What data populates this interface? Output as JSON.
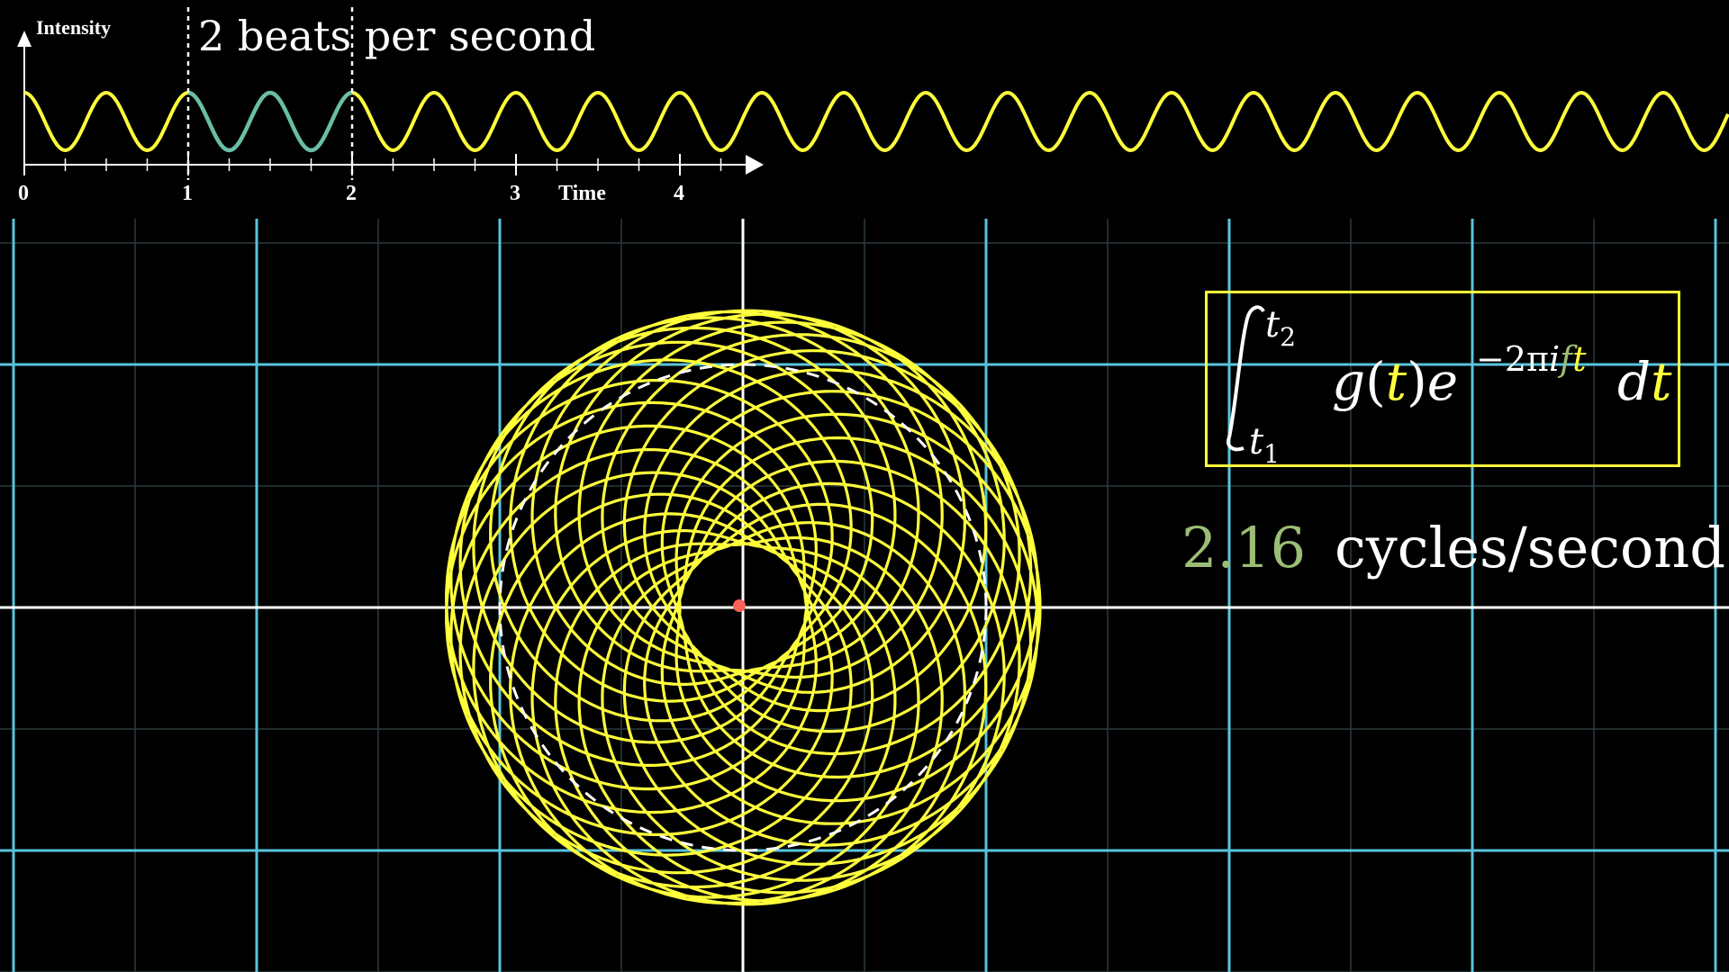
{
  "signal": {
    "y_axis_label": "Intensity",
    "x_axis_label": "Time",
    "tick_labels": [
      "0",
      "1",
      "2",
      "3",
      "4"
    ],
    "beats_label": "2 beats per second",
    "signal_frequency": 2,
    "highlight_interval": [
      1,
      2
    ],
    "curve_color": "#ffff3c",
    "highlight_color": "#6abda6",
    "marker_style": "dashed-vertical"
  },
  "formula": {
    "integral_upper": "t",
    "integral_upper_sub": "2",
    "integral_lower": "t",
    "integral_lower_sub": "1",
    "g": "g",
    "open": "(",
    "t": "t",
    "close": ")",
    "e": "e",
    "exp_prefix": "−2π",
    "exp_i": "i",
    "exp_f": "f",
    "exp_t": "t",
    "d": "d",
    "dt_t": "t",
    "box_color": "#ffff3c",
    "f_color": "#9bbd75",
    "t_color": "#ffff3c"
  },
  "winding": {
    "frequency_value": "2.16",
    "frequency_unit": "cycles/second",
    "value_color": "#9bbd75",
    "curve_color": "#ffff3c",
    "grid_major_color": "#58c4dd",
    "axis_color": "#ffffff",
    "center_of_mass_color": "#fc6255"
  }
}
